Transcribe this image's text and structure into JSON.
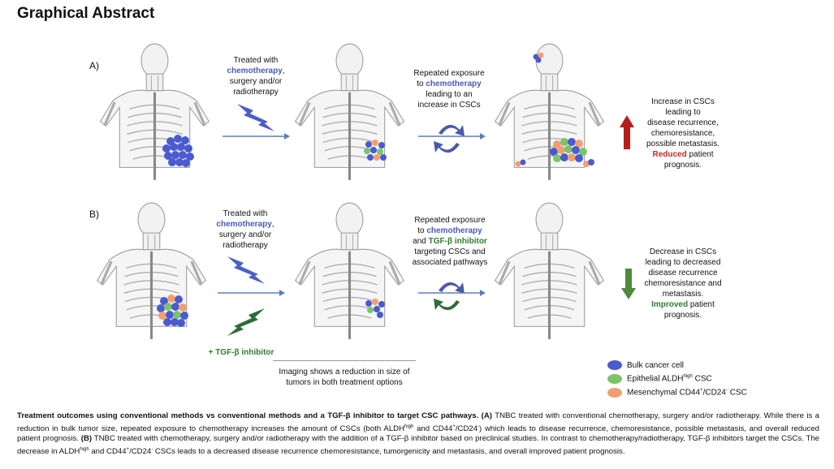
{
  "title": "Graphical Abstract",
  "panels": {
    "a": {
      "label": "A)",
      "step1": {
        "line1": "Treated with",
        "highlight": "chemotherapy",
        "line2": ",",
        "line3": "surgery and/or",
        "line4": "radiotherapy"
      },
      "step2": {
        "line1": "Repeated exposure",
        "line2": "to ",
        "highlight": "chemotherapy",
        "line3": "leading to an",
        "line4": "increase in CSCs"
      },
      "outcome": {
        "line1": "Increase in CSCs",
        "line2": "leading to",
        "line3": "disease recurrence,",
        "line4": "chemoresistance,",
        "line5": "possible metastasis.",
        "emph": "Reduced",
        "line6": " patient",
        "line7": "prognosis."
      }
    },
    "b": {
      "label": "B)",
      "step1": {
        "line1": "Treated with",
        "highlight": "chemotherapy",
        "line2": ",",
        "line3": "surgery and/or",
        "line4": "radiotherapy"
      },
      "inhibitor_label": "+ TGF-β inhibitor",
      "step2": {
        "line1": "Repeated exposure",
        "line2": "to ",
        "highlight": "chemotherapy",
        "line3": "and ",
        "highlight2": "TGF-β inhibitor",
        "line4": "targeting CSCs and",
        "line5": "associated pathways"
      },
      "outcome": {
        "line1": "Decrease in CSCs",
        "line2": "leading to decreased",
        "line3": "disease recurrence",
        "line4": "chemoresistance and",
        "line5": "metastasis.",
        "emph": "Improved",
        "line6": " patient",
        "line7": "prognosis."
      }
    }
  },
  "imaging_note": {
    "line1": "Imaging shows a reduction in size of",
    "line2": "tumors in both treatment options"
  },
  "legend": [
    {
      "label": "Bulk cancer cell",
      "color": "#4a5ad0"
    },
    {
      "label": "Epithelial ALDH",
      "sup": "high",
      "tail": " CSC",
      "color": "#7cc36a"
    },
    {
      "label": "Mesenchymal CD44",
      "sup": "+",
      "mid": "/CD24",
      "sup2": "-",
      "tail": " CSC",
      "color": "#f0a070"
    }
  ],
  "caption": {
    "bold": "Treatment outcomes using conventional methods vs conventional methods and a TGF-β inhibitor to target CSC pathways. (A)",
    "a_text": " TNBC treated with conventional chemotherapy, surgery and/or radiotherapy. While there is a reduction in bulk tumor size, repeated exposure to chemotherapy increases the amount of CSCs (both ALDH",
    "a_sup1": "high",
    "a_text2": " and CD44",
    "a_sup2": "+",
    "a_text3": "/CD24",
    "a_sup3": "-",
    "a_text4": ") which leads to disease recurrence, chemoresistance, possible metastasis, and overall reduced patient prognosis.",
    "b_bold": " (B)",
    "b_text": " TNBC treated with chemotherapy, surgery and/or radiotherapy with the addition of a TGF-β inhibitor based on preclinical studies. In contrast to chemotherapy/radiotherapy, TGF-β inhibitors target the CSCs. The decrease in ALDH",
    "b_sup1": "high",
    "b_text2": " and CD44",
    "b_sup2": "+",
    "b_text3": "/CD24",
    "b_sup3": "-",
    "b_text4": " CSCs leads to a decreased disease recurrence chemoresistance, tumorgenicity and metastasis, and overall improved patient prognosis."
  },
  "colors": {
    "blue_text": "#4a5ab8",
    "green_text": "#2e7d32",
    "red_text": "#c62828",
    "bolt_blue": "#4d5fc4",
    "bolt_green": "#2f6b35",
    "arrow": "#5b7fb5",
    "red_arrow": "#b71c1c",
    "green_arrow": "#4b8b3b"
  }
}
